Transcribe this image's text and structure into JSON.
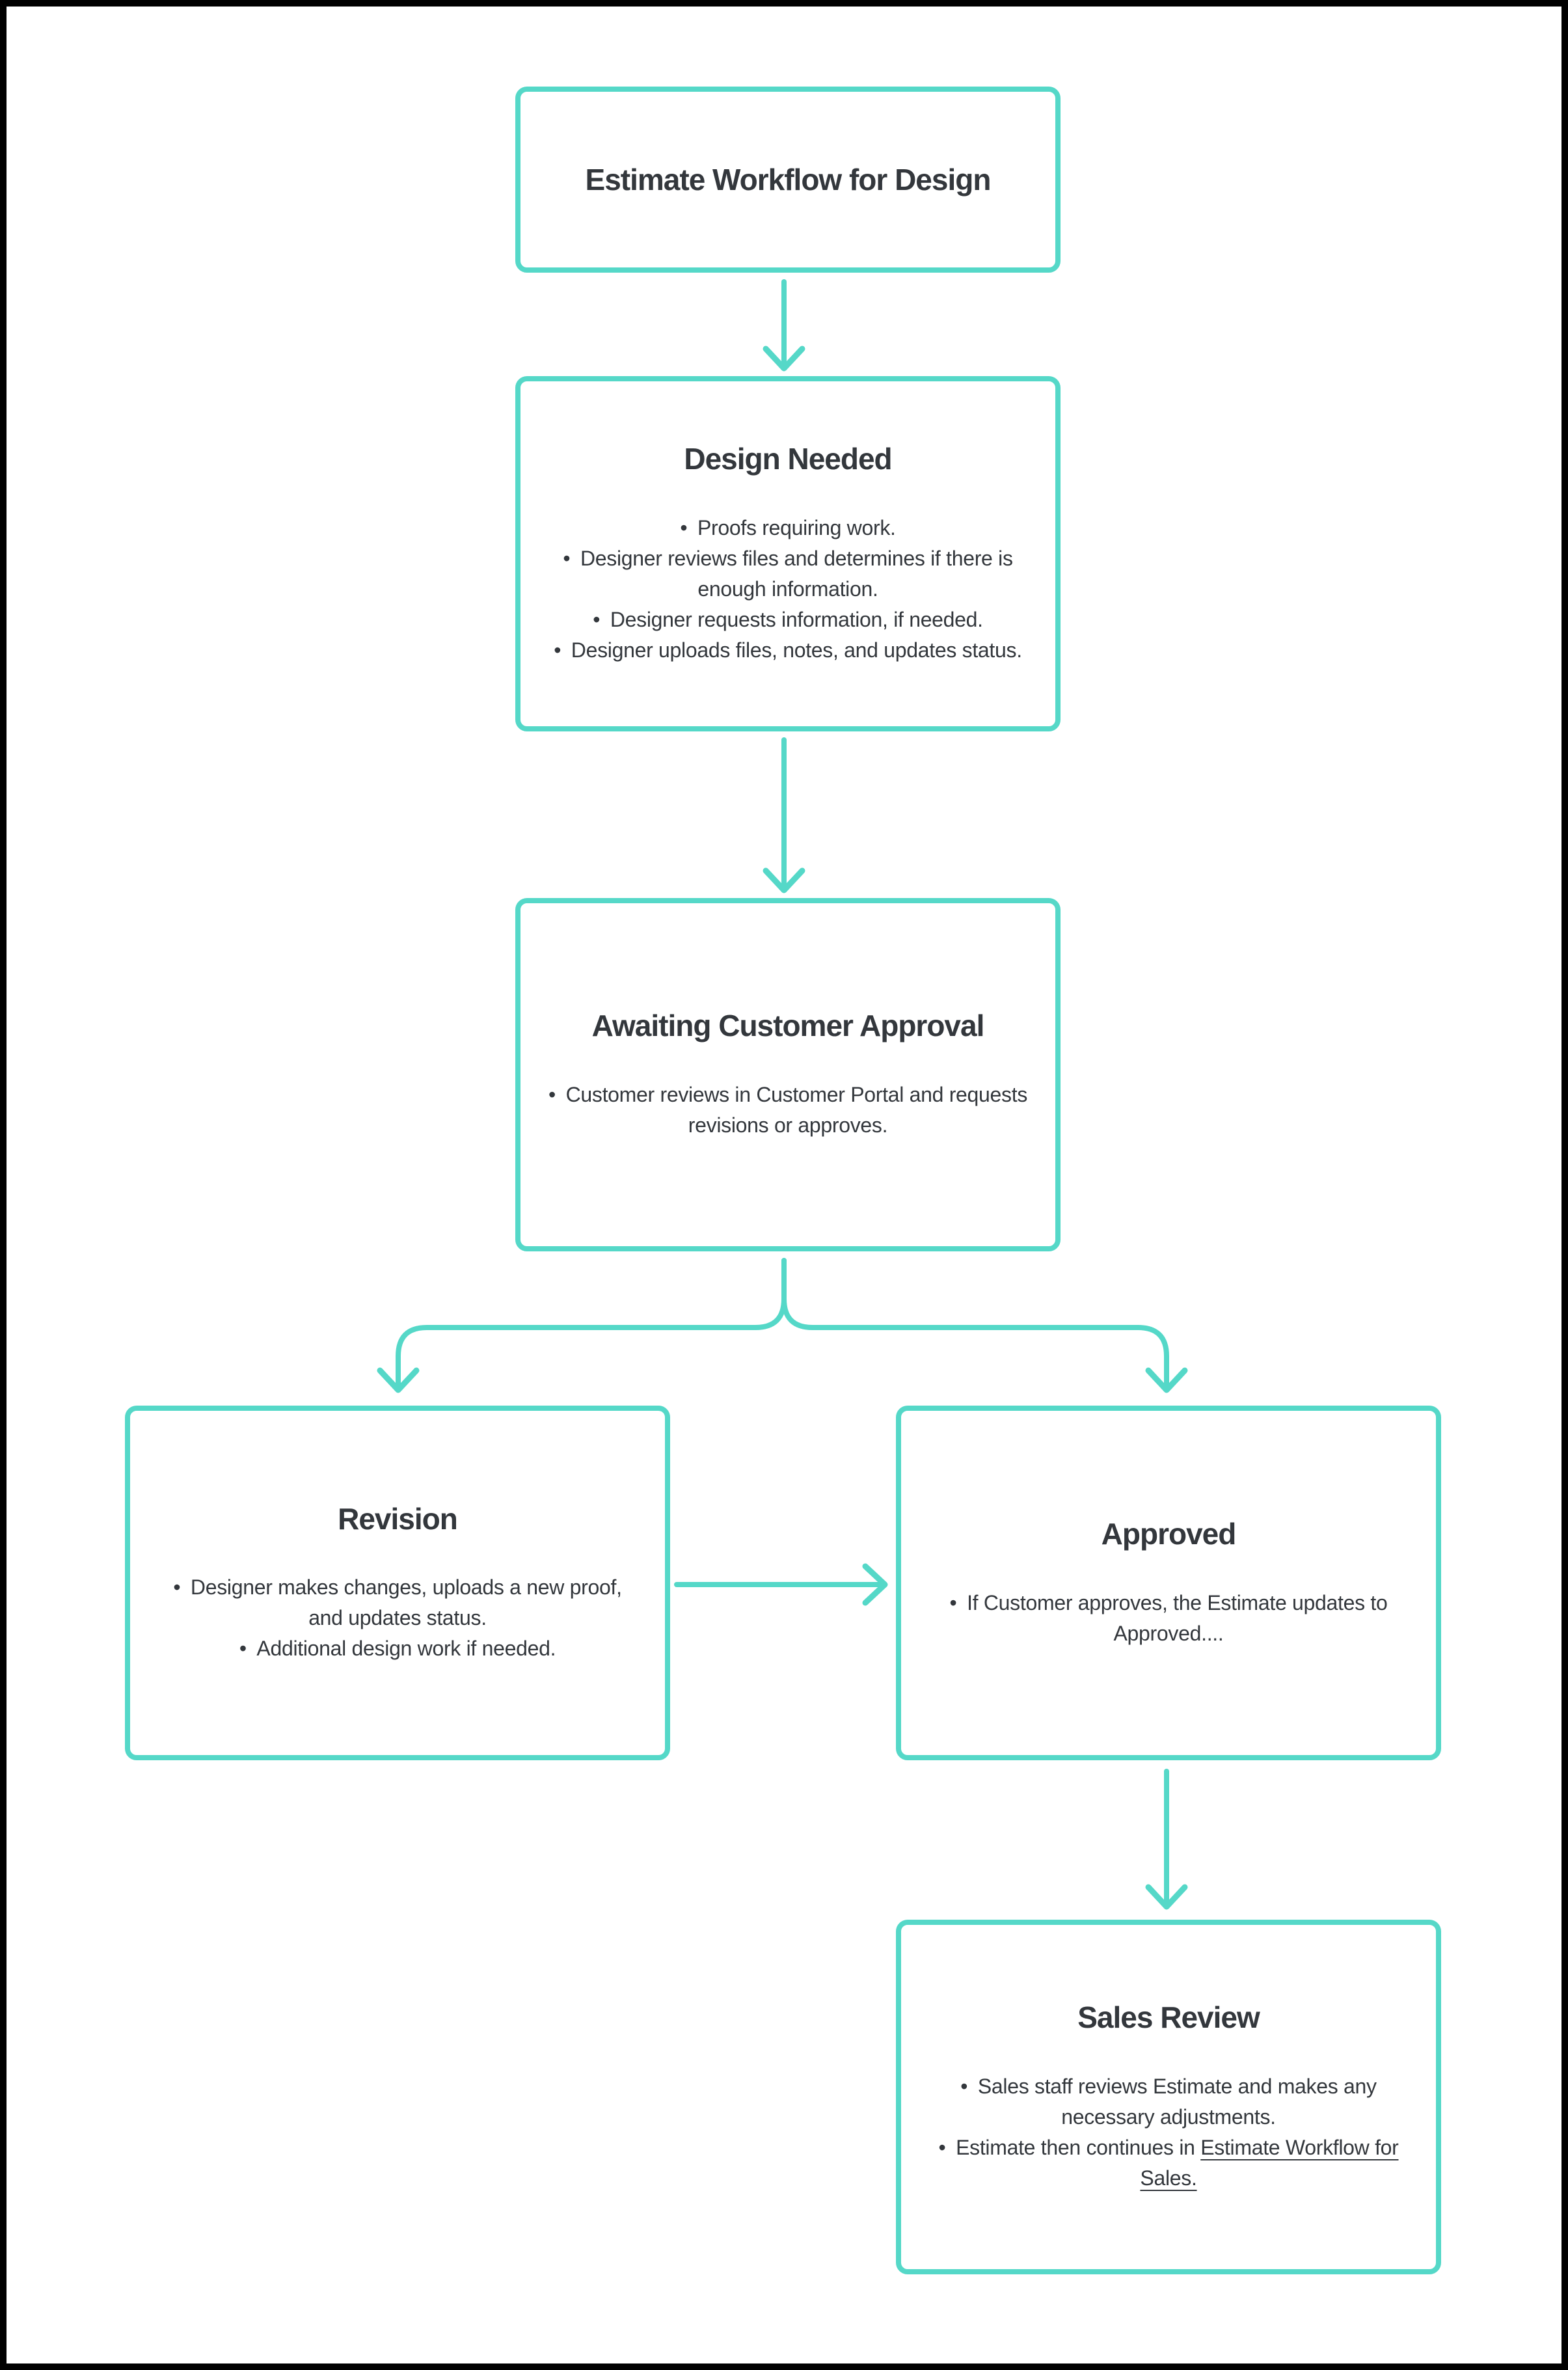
{
  "theme": {
    "accent": "#55d8c8",
    "ink": "#33373c",
    "background": "#ffffff",
    "frame": "#000000"
  },
  "diagram": {
    "start": {
      "title": "Estimate Workflow for Design"
    },
    "design_needed": {
      "title": "Design Needed",
      "bullets": [
        "Proofs requiring work.",
        "Designer reviews files and determines if there is enough information.",
        "Designer requests information, if needed.",
        "Designer uploads files, notes, and updates status."
      ]
    },
    "awaiting": {
      "title": "Awaiting Customer Approval",
      "bullets": [
        "Customer reviews in Customer Portal and requests revisions or approves."
      ]
    },
    "revision": {
      "title": "Revision",
      "bullets": [
        "Designer makes changes, uploads a new proof, and updates status.",
        "Additional design work if needed."
      ]
    },
    "approved": {
      "title": "Approved",
      "bullets": [
        "If Customer approves, the Estimate updates to Approved...."
      ]
    },
    "sales_review": {
      "title": "Sales Review",
      "bullets": [
        "Sales staff reviews Estimate and makes any necessary adjustments."
      ],
      "link_bullet": {
        "prefix": "Estimate then continues in ",
        "link_text": "Estimate Workflow for Sales."
      }
    }
  }
}
